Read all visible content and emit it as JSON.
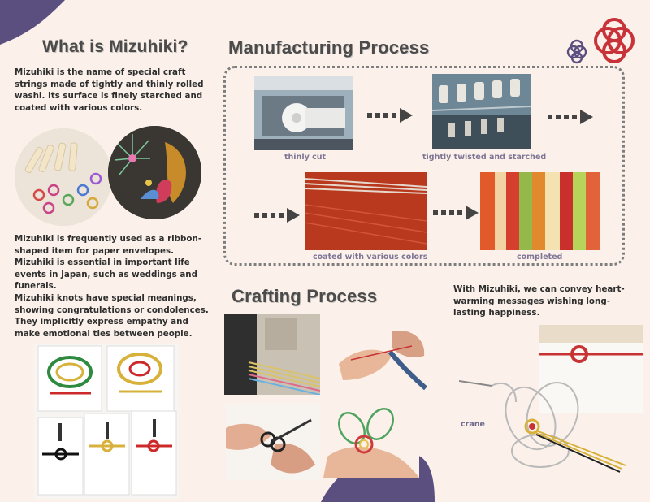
{
  "intro": {
    "title": "What is Mizuhiki?",
    "paragraph": "Mizuhiki is the name of special craft strings made of tightly and thinly rolled washi. Its surface is finely starched and coated with various colors."
  },
  "usage": {
    "lines": [
      "Mizuhiki is frequently used as a ribbon-shaped item for paper envelopes.",
      "Mizuhiki is essential in important life events in Japan, such as weddings and funerals.",
      "Mizuhiki knots have special meanings, showing congratulations or condolences. They implicitly express empathy and make emotional ties between people."
    ]
  },
  "manufacturing": {
    "title": "Manufacturing Process",
    "steps": [
      {
        "caption": "thinly cut"
      },
      {
        "caption": "tightly twisted and starched"
      },
      {
        "caption": "coated with various colors"
      },
      {
        "caption": "completed"
      }
    ]
  },
  "crafting": {
    "title": "Crafting Process"
  },
  "message": {
    "paragraph": "With Mizuhiki, we can convey heart-warming messages wishing long-lasting happiness.",
    "crane_label": "crane"
  },
  "colors": {
    "background": "#fbf1ea",
    "accent_purple": "#5b4f80",
    "logo_red": "#c8333a",
    "caption": "#7e7595"
  }
}
